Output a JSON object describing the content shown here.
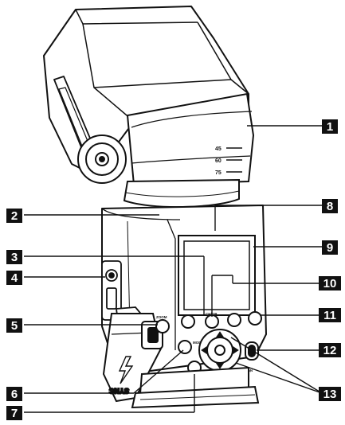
{
  "head_scale": [
    "45",
    "60",
    "75"
  ],
  "callouts": [
    "1",
    "2",
    "3",
    "4",
    "5",
    "6",
    "7",
    "8",
    "9",
    "10",
    "11",
    "12",
    "13"
  ],
  "button_labels": {
    "mode": "MODE",
    "zoom": "ZOOM",
    "ch_gr": "CH/GR"
  },
  "side_labels": {
    "sync": "SYNC",
    "on_off": "OFF ON"
  },
  "sync_bolt_icon": "lightning-bolt-icon"
}
